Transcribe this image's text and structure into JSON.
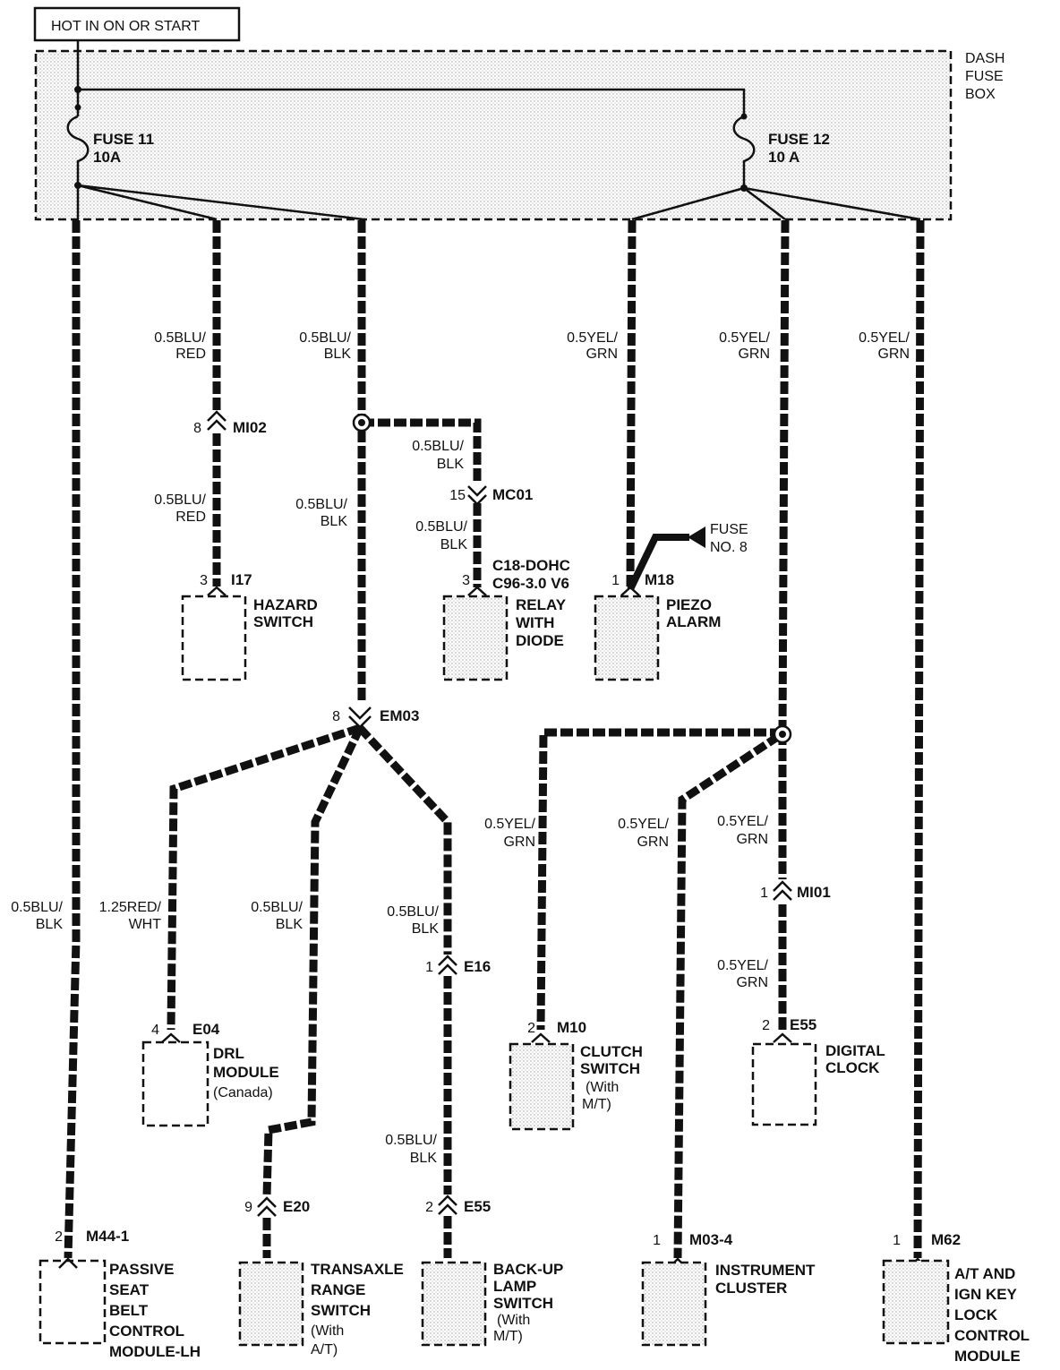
{
  "header": {
    "title": "HOT IN ON OR START"
  },
  "fuse_box": {
    "label_lines": [
      "DASH",
      "FUSE",
      "BOX"
    ],
    "fuses": [
      {
        "name": "FUSE 11",
        "rating": "10A"
      },
      {
        "name": "FUSE 12",
        "rating": "10 A"
      }
    ]
  },
  "wires": [
    {
      "line1": "0.5BLU/",
      "line2": "RED"
    },
    {
      "line1": "0.5BLU/",
      "line2": "BLK"
    },
    {
      "line1": "0.5YEL/",
      "line2": "GRN"
    },
    {
      "line1": "0.5YEL/",
      "line2": "GRN"
    },
    {
      "line1": "0.5YEL/",
      "line2": "GRN"
    },
    {
      "line1": "0.5BLU/",
      "line2": "RED"
    },
    {
      "line1": "0.5BLU/",
      "line2": "BLK"
    },
    {
      "line1": "0.5BLU/",
      "line2": "BLK"
    },
    {
      "line1": "0.5BLU/",
      "line2": "BLK"
    },
    {
      "line1": "0.5BLU/",
      "line2": "BLK"
    },
    {
      "line1": "1.25RED/",
      "line2": "WHT"
    },
    {
      "line1": "0.5BLU/",
      "line2": "BLK"
    },
    {
      "line1": "0.5BLU/",
      "line2": "BLK"
    },
    {
      "line1": "0.5BLU/",
      "line2": "BLK"
    },
    {
      "line1": "0.5YEL/",
      "line2": "GRN"
    },
    {
      "line1": "0.5YEL/",
      "line2": "GRN"
    },
    {
      "line1": "0.5YEL/",
      "line2": "GRN"
    },
    {
      "line1": "0.5YEL/",
      "line2": "GRN"
    }
  ],
  "connectors": [
    {
      "pin": "8",
      "id": "MI02"
    },
    {
      "pin": "15",
      "id": "MC01"
    },
    {
      "pin": "8",
      "id": "EM03"
    },
    {
      "pin": "1",
      "id": "MI01"
    },
    {
      "pin": "1",
      "id": "E16"
    },
    {
      "pin": "9",
      "id": "E20"
    },
    {
      "pin": "2",
      "id": "E55"
    }
  ],
  "fuse_ref": {
    "line1": "FUSE",
    "line2": "NO. 8"
  },
  "engine_note": {
    "line1": "C18-DOHC",
    "line2": "C96-3.0 V6"
  },
  "components": [
    {
      "pin": "3",
      "id": "I17",
      "lines": [
        "HAZARD",
        "SWITCH"
      ]
    },
    {
      "pin": "3",
      "id": "",
      "lines": [
        "RELAY",
        "WITH",
        "DIODE"
      ]
    },
    {
      "pin": "1",
      "id": "M18",
      "lines": [
        "PIEZO",
        "ALARM"
      ]
    },
    {
      "pin": "4",
      "id": "E04",
      "lines": [
        "DRL",
        "MODULE",
        "(Canada)"
      ]
    },
    {
      "pin": "2",
      "id": "M10",
      "lines": [
        "CLUTCH",
        "SWITCH",
        "(With",
        "M/T)"
      ]
    },
    {
      "pin": "2",
      "id": "E55",
      "lines": [
        "DIGITAL",
        "CLOCK"
      ]
    },
    {
      "pin": "2",
      "id": "M44-1",
      "lines": [
        "PASSIVE",
        "SEAT",
        "BELT",
        "CONTROL",
        "MODULE-LH"
      ]
    },
    {
      "pin": "",
      "id": "",
      "lines": [
        "TRANSAXLE",
        "RANGE",
        "SWITCH",
        "(With",
        "A/T)"
      ]
    },
    {
      "pin": "",
      "id": "",
      "lines": [
        "BACK-UP",
        "LAMP",
        "SWITCH",
        "(With",
        "M/T)"
      ]
    },
    {
      "pin": "1",
      "id": "M03-4",
      "lines": [
        "INSTRUMENT",
        "CLUSTER"
      ]
    },
    {
      "pin": "1",
      "id": "M62",
      "lines": [
        "A/T AND",
        "IGN KEY",
        "LOCK",
        "CONTROL",
        "MODULE"
      ]
    }
  ]
}
